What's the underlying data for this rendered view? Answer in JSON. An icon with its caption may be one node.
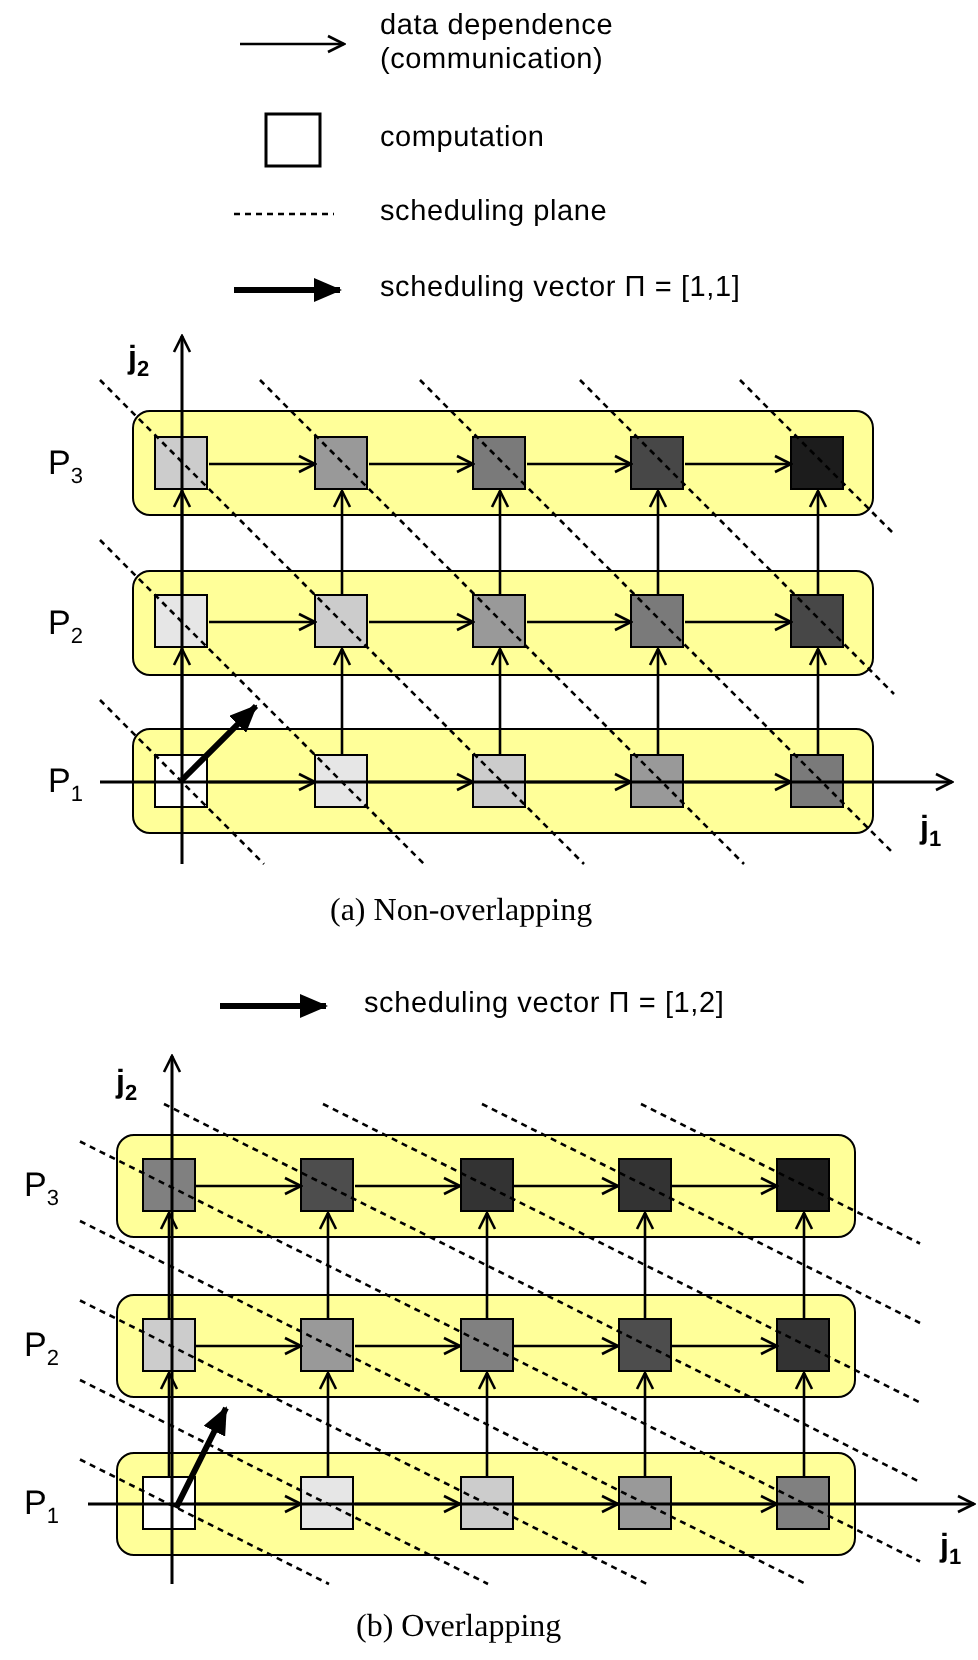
{
  "diagram": {
    "nodes": [
      {
        "text": [],
        "shape": "box",
        "beside": [
          "P$_{3}$"
        ]
      },
      {
        "text": [],
        "shape": "box",
        "in": 0
      },
      {
        "text": [],
        "shape": "box",
        "in": 0
      },
      {
        "text": [],
        "shape": "box",
        "in": 0
      },
      {
        "text": [],
        "shape": "box",
        "in": 0
      },
      {
        "text": [],
        "shape": "box",
        "in": 0
      },
      {
        "text": [],
        "shape": "box",
        "beside": [
          "P$_{2}$"
        ]
      },
      {
        "text": [],
        "shape": "box",
        "in": 6
      },
      {
        "text": [],
        "shape": "box",
        "in": 6
      },
      {
        "text": [],
        "shape": "box",
        "in": 6
      },
      {
        "text": [],
        "shape": "box",
        "in": 6
      },
      {
        "text": [],
        "shape": "box",
        "in": 6
      },
      {
        "text": [],
        "shape": "box",
        "beside": [
          "P$_{1}$"
        ]
      },
      {
        "text": [],
        "shape": "box",
        "in": 12
      },
      {
        "text": [],
        "shape": "box",
        "in": 12
      },
      {
        "text": [],
        "shape": "box",
        "in": 12
      },
      {
        "text": [],
        "shape": "box",
        "in": 12
      },
      {
        "text": [],
        "shape": "box",
        "in": 12
      },
      {
        "text": [],
        "shape": "box",
        "beside": [
          "P$_{3}$"
        ]
      },
      {
        "text": [],
        "shape": "box",
        "in": 18
      },
      {
        "text": [],
        "shape": "box",
        "in": 18
      },
      {
        "text": [],
        "shape": "box",
        "in": 18
      },
      {
        "text": [],
        "shape": "box",
        "in": 18
      },
      {
        "text": [],
        "shape": "box",
        "in": 18
      },
      {
        "text": [],
        "shape": "box",
        "beside": [
          "P$_{2}$"
        ]
      },
      {
        "text": [],
        "shape": "box",
        "in": 24
      },
      {
        "text": [],
        "shape": "box",
        "in": 24
      },
      {
        "text": [],
        "shape": "box",
        "in": 24
      },
      {
        "text": [],
        "shape": "box",
        "in": 24
      },
      {
        "text": [],
        "shape": "box",
        "in": 24
      },
      {
        "text": [],
        "shape": "box",
        "beside": [
          "P$_{1}$"
        ]
      },
      {
        "text": [],
        "shape": "box",
        "in": 30
      },
      {
        "text": [],
        "shape": "box",
        "in": 30
      },
      {
        "text": [],
        "shape": "box",
        "in": 30
      },
      {
        "text": [],
        "shape": "box",
        "in": 30
      },
      {
        "text": [],
        "shape": "box",
        "in": 30
      }
    ],
    "edges": [
      {
        "from": 1,
        "to": 2,
        "arrow": "to"
      },
      {
        "from": 2,
        "to": 3,
        "arrow": "to"
      },
      {
        "from": 3,
        "to": 4,
        "arrow": "to"
      },
      {
        "from": 4,
        "to": 5,
        "arrow": "to"
      },
      {
        "from": 7,
        "to": 8,
        "arrow": "to"
      },
      {
        "from": 8,
        "to": 9,
        "arrow": "to"
      },
      {
        "from": 9,
        "to": 10,
        "arrow": "to"
      },
      {
        "from": 10,
        "to": 11,
        "arrow": "to"
      },
      {
        "from": 13,
        "to": 14,
        "arrow": "to"
      },
      {
        "from": 14,
        "to": 15,
        "arrow": "to"
      },
      {
        "from": 15,
        "to": 16,
        "arrow": "to"
      },
      {
        "from": 16,
        "to": 17,
        "arrow": "to"
      },
      {
        "from": 7,
        "to": 1,
        "arrow": "to"
      },
      {
        "from": 8,
        "to": 2,
        "arrow": "to"
      },
      {
        "from": 9,
        "to": 3,
        "arrow": "to"
      },
      {
        "from": 10,
        "to": 4,
        "arrow": "to"
      },
      {
        "from": 11,
        "to": 5,
        "arrow": "to"
      },
      {
        "from": 13,
        "to": 7,
        "arrow": "to"
      },
      {
        "from": 14,
        "to": 8,
        "arrow": "to"
      },
      {
        "from": 15,
        "to": 9,
        "arrow": "to"
      },
      {
        "from": 16,
        "to": 10,
        "arrow": "to"
      },
      {
        "from": 17,
        "to": 11,
        "arrow": "to"
      },
      {
        "from": 19,
        "to": 20,
        "arrow": "to"
      },
      {
        "from": 20,
        "to": 21,
        "arrow": "to"
      },
      {
        "from": 21,
        "to": 22,
        "arrow": "to"
      },
      {
        "from": 22,
        "to": 23,
        "arrow": "to"
      },
      {
        "from": 25,
        "to": 26,
        "arrow": "to"
      },
      {
        "from": 26,
        "to": 27,
        "arrow": "to"
      },
      {
        "from": 27,
        "to": 28,
        "arrow": "to"
      },
      {
        "from": 28,
        "to": 29,
        "arrow": "to"
      },
      {
        "from": 31,
        "to": 32,
        "arrow": "to"
      },
      {
        "from": 32,
        "to": 33,
        "arrow": "to"
      },
      {
        "from": 33,
        "to": 34,
        "arrow": "to"
      },
      {
        "from": 34,
        "to": 35,
        "arrow": "to"
      },
      {
        "from": 25,
        "to": 19,
        "arrow": "to"
      },
      {
        "from": 26,
        "to": 20,
        "arrow": "to"
      },
      {
        "from": 27,
        "to": 21,
        "arrow": "to"
      },
      {
        "from": 28,
        "to": 22,
        "arrow": "to"
      },
      {
        "from": 29,
        "to": 23,
        "arrow": "to"
      },
      {
        "from": 31,
        "to": 25,
        "arrow": "to"
      },
      {
        "from": 32,
        "to": 26,
        "arrow": "to"
      },
      {
        "from": 33,
        "to": 27,
        "arrow": "to"
      },
      {
        "from": 34,
        "to": 28,
        "arrow": "to"
      },
      {
        "from": 35,
        "to": 29,
        "arrow": "to"
      }
    ],
    "labels": [
      "j$_{2}$",
      "j$_{1}$",
      "(a) Non-overlapping",
      "j$_{2}$",
      "j$_{1}$",
      "(b) Overlapping"
    ],
    "legend": [
      {
        "text": "data dependence (communication)"
      },
      {
        "text": "computation"
      },
      {
        "text": "scheduling plane"
      },
      {
        "text": "scheduling vector Π = [1,1]"
      },
      {
        "text": "scheduling vector Π = [1,2]"
      }
    ]
  }
}
